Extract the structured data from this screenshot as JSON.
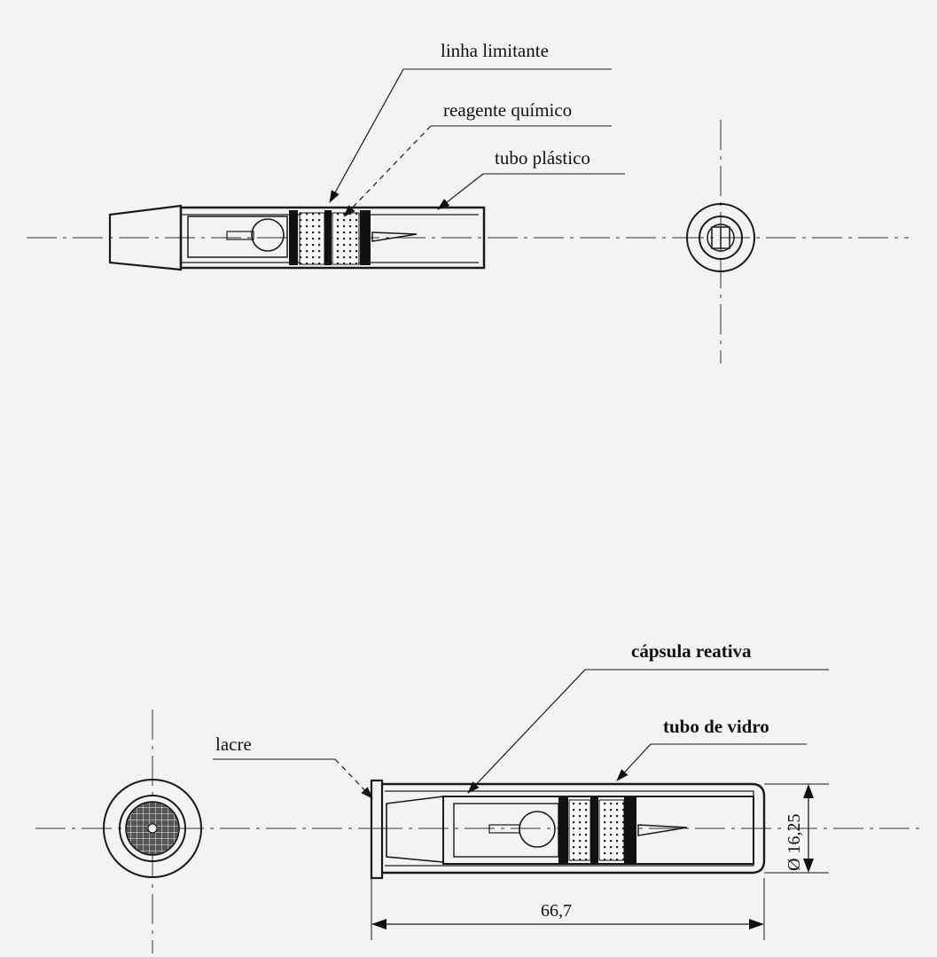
{
  "labels": {
    "linha_limitante": "linha limitante",
    "reagente_quimico": "reagente químico",
    "tubo_plastico": "tubo plástico",
    "capsula_reativa": "cápsula reativa",
    "tubo_de_vidro": "tubo de vidro",
    "lacre": "lacre"
  },
  "dimensions": {
    "length": "66,7",
    "diameter": "Ø 16,25"
  },
  "colors": {
    "background": "#f3f3f1",
    "ink": "#1a1a1a"
  }
}
